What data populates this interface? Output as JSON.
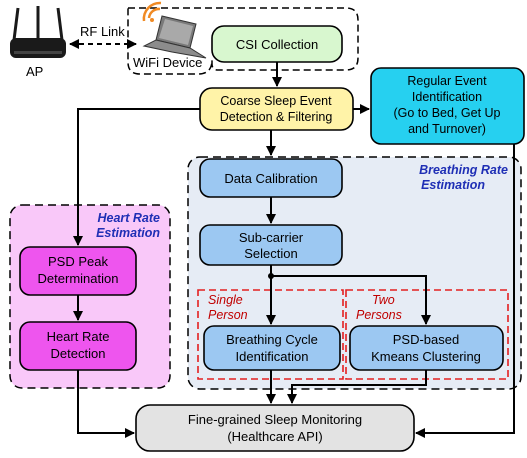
{
  "colors": {
    "csi_green": "#d8f7cf",
    "coarse_yellow": "#fff3a8",
    "regular_cyan": "#26d0f0",
    "breathing_region": "#e6ecf5",
    "heart_region": "#f9c8f9",
    "blue_box": "#9cc8f2",
    "magenta_box": "#ee55ee",
    "final_gray": "#e3e3e3",
    "region_label_blue": "#1f2fb5",
    "person_label_red": "#c00000"
  },
  "top": {
    "ap_label": "AP",
    "rf_link_label": "RF Link",
    "wifi_device_label": "WiFi Device",
    "ap_icon": "router-icon",
    "wifi_icon": "laptop-wifi-icon"
  },
  "nodes": {
    "csi_collection": "CSI Collection",
    "coarse": [
      "Coarse Sleep Event",
      "Detection & Filtering"
    ],
    "regular_event": [
      "Regular Event",
      "Identification",
      "(Go to Bed, Get Up",
      "and Turnover)"
    ],
    "data_calibration": "Data Calibration",
    "subcarrier": [
      "Sub-carrier",
      "Selection"
    ],
    "breathing_cycle": [
      "Breathing Cycle",
      "Identification"
    ],
    "psd_kmeans": [
      "PSD-based",
      "Kmeans Clustering"
    ],
    "psd_peak": [
      "PSD Peak",
      "Determination"
    ],
    "heart_rate_detection": [
      "Heart Rate",
      "Detection"
    ],
    "fine_grained": [
      "Fine-grained Sleep Monitoring",
      "(Healthcare API)"
    ]
  },
  "regions": {
    "breathing_rate": [
      "Breathing Rate",
      "Estimation"
    ],
    "heart_rate": [
      "Heart Rate",
      "Estimation"
    ],
    "single_person": [
      "Single",
      "Person"
    ],
    "two_persons": [
      "Two",
      "Persons"
    ]
  }
}
